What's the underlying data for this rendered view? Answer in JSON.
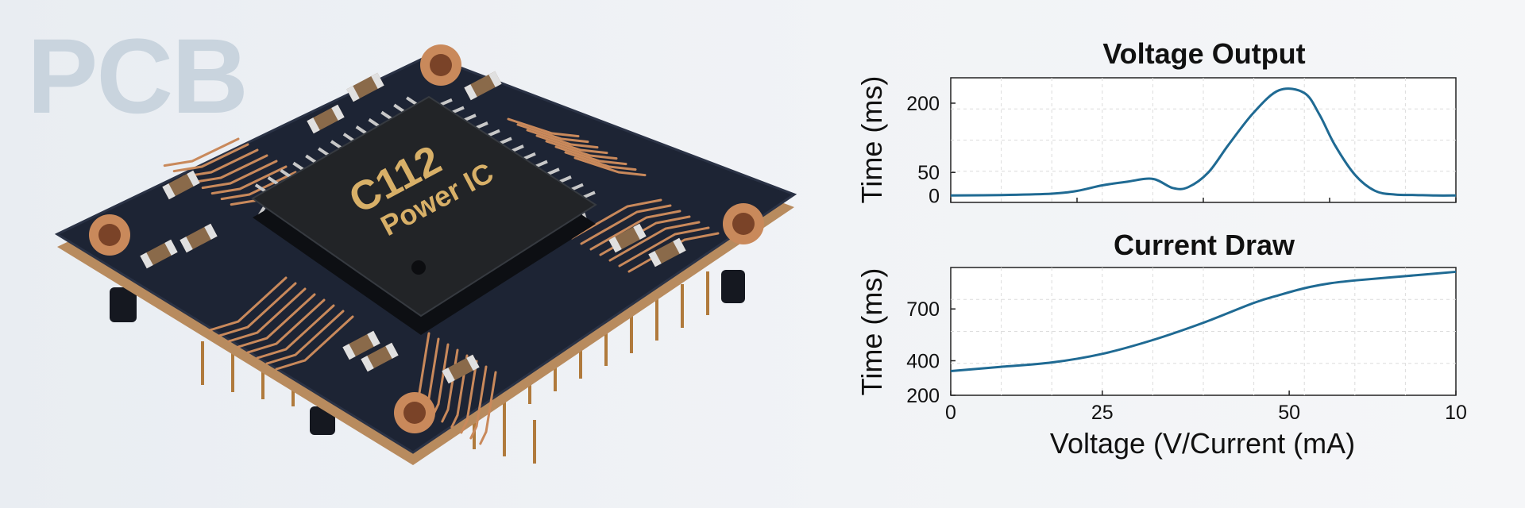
{
  "image": {
    "watermark": "PCB",
    "chip_line1": "C112",
    "chip_line2": "Power IC"
  },
  "colors": {
    "board": "#1d2434",
    "copper": "#c9895b",
    "chip": "#222427",
    "line": "#1f6a93"
  },
  "chart_data": [
    {
      "type": "line",
      "title": "Voltage Output",
      "ylabel": "Time (ms)",
      "xlabel": "",
      "xlim": [
        0,
        100
      ],
      "ylim": [
        -15,
        255
      ],
      "yticks": [
        0,
        50,
        200
      ],
      "grid": true,
      "x": [
        0,
        10,
        20,
        25,
        30,
        35,
        40,
        44,
        47,
        51,
        55,
        60,
        65,
        70,
        73,
        76,
        80,
        84,
        88,
        92,
        96,
        100
      ],
      "y": [
        0,
        1,
        4,
        10,
        22,
        30,
        36,
        16,
        18,
        50,
        110,
        180,
        228,
        222,
        175,
        110,
        45,
        10,
        2,
        1,
        0,
        0
      ]
    },
    {
      "type": "line",
      "title": "Current Draw",
      "ylabel": "Time (ms)",
      "xlabel": "Voltage (V/Current (mA)",
      "xticks": [
        "0",
        "25",
        "50",
        "10"
      ],
      "ylim": [
        200,
        940
      ],
      "yticks": [
        200,
        400,
        700
      ],
      "grid": true,
      "x": [
        0,
        10,
        20,
        30,
        40,
        50,
        60,
        65,
        70,
        75,
        80,
        90,
        100
      ],
      "y": [
        340,
        365,
        390,
        440,
        520,
        620,
        735,
        780,
        820,
        848,
        865,
        890,
        915
      ]
    }
  ]
}
